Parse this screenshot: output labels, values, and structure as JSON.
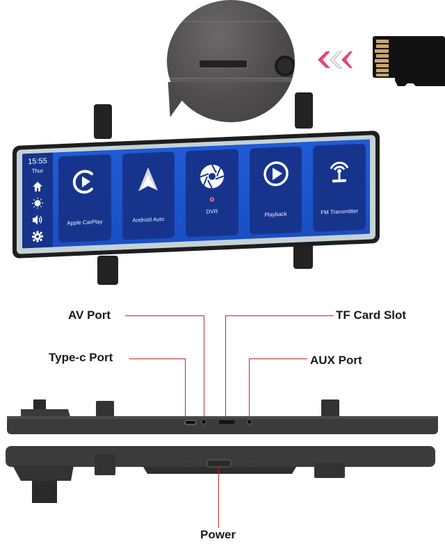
{
  "screen": {
    "time": "15:55",
    "day": "Thur",
    "sidebar_icons": [
      "home-icon",
      "brightness-icon",
      "volume-icon",
      "settings-icon"
    ],
    "tiles": [
      {
        "label": "Apple CarPlay",
        "icon": "carplay-icon"
      },
      {
        "label": "Android Auto",
        "icon": "android-auto-icon"
      },
      {
        "label": "DVR",
        "icon": "aperture-icon",
        "status_dot": true
      },
      {
        "label": "Playback",
        "icon": "play-circle-icon"
      },
      {
        "label": "FM Transmitter",
        "icon": "antenna-icon"
      }
    ]
  },
  "callouts": {
    "av_port": "AV Port",
    "tf_card_slot": "TF Card Slot",
    "type_c_port": "Type-c Port",
    "aux_port": "AUX Port",
    "power": "Power"
  },
  "colors": {
    "screen_blue": "#1f5bd6",
    "tile_blue": "#17348d",
    "callout_line": "#c0282c",
    "arrow_pink": "#e8457a"
  }
}
